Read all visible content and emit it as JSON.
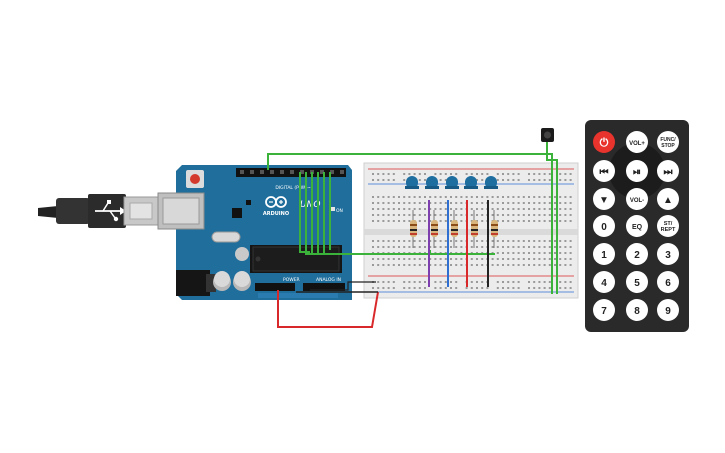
{
  "arduino": {
    "brand": "ARDUINO",
    "model": "UNO",
    "on_label": "ON",
    "digital_label": "DIGITAL (PWM~)",
    "power_label": "POWER",
    "analog_label": "ANALOG IN"
  },
  "remote": {
    "buttons": {
      "power": "⏻",
      "vol_up": "VOL+",
      "func_stop_1": "FUNC/",
      "func_stop_2": "STOP",
      "rewind": "⏮",
      "play_pause": "⏯",
      "forward": "⏭",
      "down": "▼",
      "vol_down": "VOL-",
      "up": "▲",
      "zero": "0",
      "eq": "EQ",
      "st_rept_1": "ST/",
      "st_rept_2": "REPT",
      "one": "1",
      "two": "2",
      "three": "3",
      "four": "4",
      "five": "5",
      "six": "6",
      "seven": "7",
      "eight": "8",
      "nine": "9"
    }
  },
  "colors": {
    "arduino_board": "#1f6e9c",
    "breadboard": "#ececec",
    "remote_body": "#2a2a2a",
    "power_button": "#e8342d",
    "wire_green": "#3bb33b",
    "wire_red": "#d9282a",
    "wire_black": "#222222",
    "wire_purple": "#7e3fae",
    "wire_blue": "#2f6fd1",
    "led": "#1e6ea0"
  }
}
